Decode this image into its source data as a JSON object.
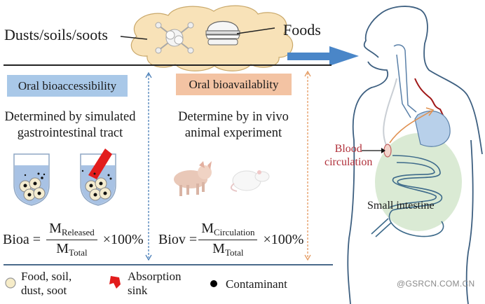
{
  "top": {
    "source_label": "Dusts/soils/soots",
    "food_label": "Foods"
  },
  "left_panel": {
    "title": "Oral bioaccessibility",
    "description_line1": "Determined by simulated",
    "description_line2": "gastrointestinal tract",
    "formula": {
      "lhs": "Bioa =",
      "numerator_main": "M",
      "numerator_sub": "Released",
      "denominator_main": "M",
      "denominator_sub": "Total",
      "factor": "×100%"
    }
  },
  "middle_panel": {
    "title": "Oral bioavailablity",
    "description_line1": "Determine by in vivo",
    "description_line2": "animal experiment",
    "formula": {
      "lhs": "Biov =",
      "numerator_main": "M",
      "numerator_sub": "Circulation",
      "denominator_main": "M",
      "denominator_sub": "Total",
      "factor": "×100%"
    }
  },
  "body_diagram": {
    "blood_label_line1": "Blood",
    "blood_label_line2": "circulation",
    "intestine_label": "Small intestine"
  },
  "legend": {
    "items": [
      {
        "icon": "pale-circle-icon",
        "line1": "Food, soil,",
        "line2": "dust, soot"
      },
      {
        "icon": "red-sink-icon",
        "line1": "Absorption",
        "line2": "sink"
      },
      {
        "icon": "black-dot-icon",
        "line1": "Contaminant",
        "line2": ""
      }
    ]
  },
  "watermark": "@GSRCN.COM.CN",
  "colors": {
    "accessibility_tag": "#a9c8e8",
    "availability_tag": "#f3c3a3",
    "cloud": "#f8e2b8",
    "arrow_blue": "#4a86c8",
    "blood_text": "#b0303a",
    "body_outline": "#3d5f80",
    "intestine_bg": "#d6e8cf"
  }
}
